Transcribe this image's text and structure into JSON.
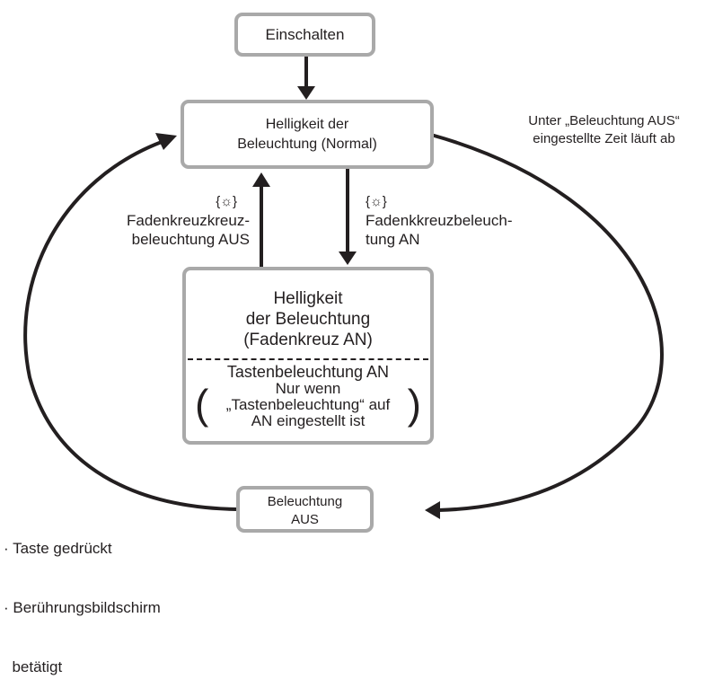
{
  "nodes": {
    "power_on": "Einschalten",
    "normal": [
      "Helligkeit der",
      "Beleuchtung (Normal)"
    ],
    "reticle": {
      "lines": [
        "Helligkeit",
        "der Beleuchtung",
        "(Fadenkreuz AN)"
      ],
      "key_on": "Tastenbeleuchtung AN",
      "condition": [
        "Nur wenn",
        "„Tastenbeleuchtung“ auf",
        "AN eingestellt ist"
      ]
    },
    "off": [
      "Beleuchtung",
      "AUS"
    ]
  },
  "edges": {
    "to_off_label": [
      "Unter „Beleuchtung AUS“",
      "eingestellte Zeit läuft ab"
    ],
    "reticle_off": {
      "icon": "{☼}",
      "lines": [
        "Fadenkreuzkreuz-",
        "beleuchtung AUS"
      ]
    },
    "reticle_on": {
      "icon": "{☼}",
      "lines": [
        "Fadenkkreuzbeleuch-",
        "tung AN"
      ]
    },
    "wake_triggers": [
      "· Taste gedrückt",
      "· Berührungsbildschirm",
      "  betätigt"
    ]
  },
  "colors": {
    "box_border": "#a9a9a9",
    "line": "#231f20"
  }
}
